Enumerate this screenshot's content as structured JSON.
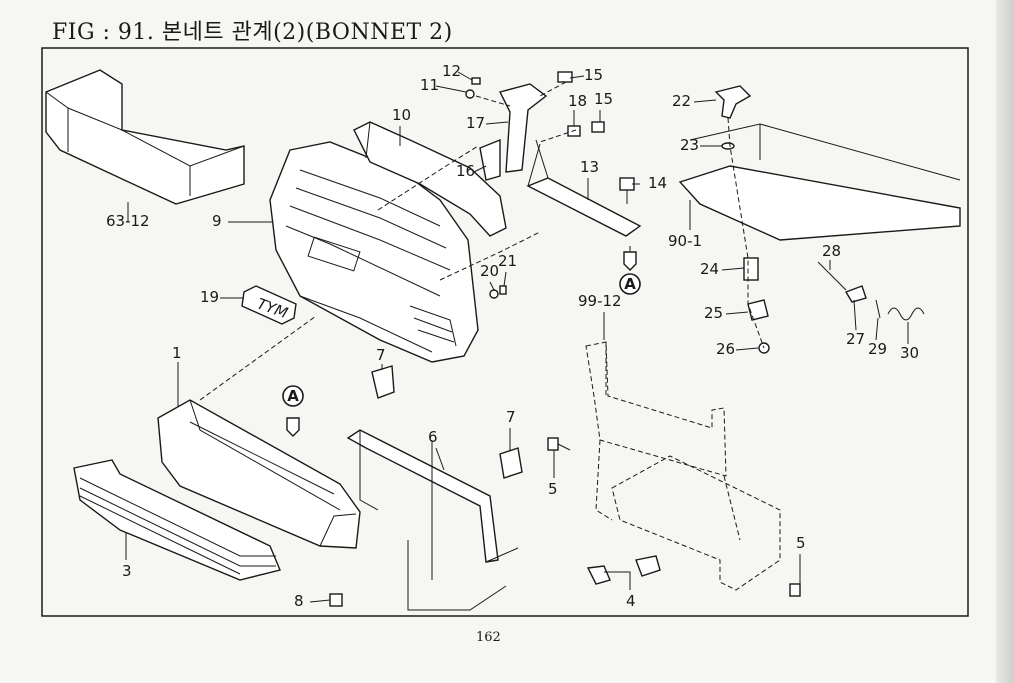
{
  "figure_title": "FIG : 91. 본네트 관계(2)(BONNET 2)",
  "page_number": "162",
  "reference_marker": "A",
  "callouts": [
    {
      "id": "63-12",
      "text": "63-12"
    },
    {
      "id": "9",
      "text": "9"
    },
    {
      "id": "10",
      "text": "10"
    },
    {
      "id": "11",
      "text": "11"
    },
    {
      "id": "12",
      "text": "12"
    },
    {
      "id": "15a",
      "text": "15"
    },
    {
      "id": "17",
      "text": "17"
    },
    {
      "id": "18",
      "text": "18"
    },
    {
      "id": "15b",
      "text": "15"
    },
    {
      "id": "16",
      "text": "16"
    },
    {
      "id": "13",
      "text": "13"
    },
    {
      "id": "14",
      "text": "14"
    },
    {
      "id": "22",
      "text": "22"
    },
    {
      "id": "23",
      "text": "23"
    },
    {
      "id": "90-1",
      "text": "90-1"
    },
    {
      "id": "28",
      "text": "28"
    },
    {
      "id": "24",
      "text": "24"
    },
    {
      "id": "25",
      "text": "25"
    },
    {
      "id": "27",
      "text": "27"
    },
    {
      "id": "29",
      "text": "29"
    },
    {
      "id": "30",
      "text": "30"
    },
    {
      "id": "26",
      "text": "26"
    },
    {
      "id": "19",
      "text": "19"
    },
    {
      "id": "20",
      "text": "20"
    },
    {
      "id": "21",
      "text": "21"
    },
    {
      "id": "99-12",
      "text": "99-12"
    },
    {
      "id": "1",
      "text": "1"
    },
    {
      "id": "7a",
      "text": "7"
    },
    {
      "id": "6",
      "text": "6"
    },
    {
      "id": "7b",
      "text": "7"
    },
    {
      "id": "5a",
      "text": "5"
    },
    {
      "id": "3",
      "text": "3"
    },
    {
      "id": "8",
      "text": "8"
    },
    {
      "id": "4",
      "text": "4"
    },
    {
      "id": "5b",
      "text": "5"
    }
  ],
  "emblem_text": "TYM"
}
